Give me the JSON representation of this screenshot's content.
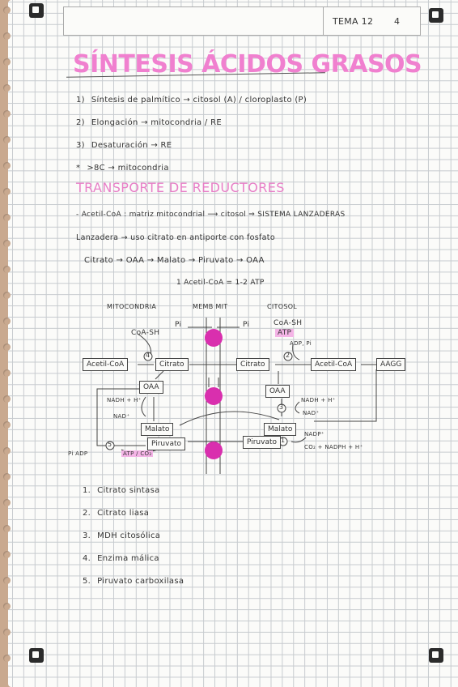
{
  "header": {
    "tema": "TEMA 12",
    "page": "4"
  },
  "title": "SÍNTESIS ÁCIDOS GRASOS",
  "intro_list": [
    {
      "num": "1)",
      "text": "Síntesis de palmítico → citosol (A) / cloroplasto (P)"
    },
    {
      "num": "2)",
      "text": "Elongación → mitocondria / RE"
    },
    {
      "num": "3)",
      "text": "Desaturación → RE"
    },
    {
      "num": "*",
      "text": ">8C → mitocondria"
    }
  ],
  "subtitle": "TRANSPORTE DE REDUCTORES",
  "notes": [
    "- Acetil-CoA : matriz mitocondrial ⟶ citosol ⇒ SISTEMA LANZADERAS",
    "Lanzadera → uso citrato en antiporte con fosfato",
    "Citrato → OAA → Malato → Piruvato → OAA",
    "1 Acetil-CoA = 1-2 ATP"
  ],
  "diagram": {
    "col_mito": "MITOCONDRIA",
    "col_memb": "MEMB MIT",
    "col_cito": "CITOSOL",
    "pi_left": "Pi",
    "pi_right": "Pi",
    "coash_left": "CoA-SH",
    "coash_right": "CoA-SH",
    "atp_top": "ATP",
    "adp_pi": "ADP, Pi",
    "acetilcoa_left": "Acetil-CoA",
    "acetilcoa_right": "Acetil-CoA",
    "citrato_left": "Citrato",
    "citrato_right": "Citrato",
    "agg": "AAGG",
    "oaa_left": "OAA",
    "oaa_right": "OAA",
    "nadh_left": "NADH + H⁺",
    "nad_left": "NAD⁺",
    "nadh_right": "NADH + H⁺",
    "nad_right": "NAD⁺",
    "malato_left": "Malato",
    "malato_right": "Malato",
    "piruvato_left": "Piruvato",
    "piruvato_right": "Piruvato",
    "nadp": "NADP⁺",
    "co2_nadph": "CO₂ + NADPH + H⁺",
    "pi_adp": "Pi ADP",
    "atp_co2": "ATP / CO₂",
    "n1": "1",
    "n2": "2",
    "n3": "3",
    "n4": "4",
    "n5": "5"
  },
  "enzymes": [
    {
      "num": "1.",
      "text": "Citrato sintasa"
    },
    {
      "num": "2.",
      "text": "Citrato liasa"
    },
    {
      "num": "3.",
      "text": "MDH citosólica"
    },
    {
      "num": "4.",
      "text": "Enzima málica"
    },
    {
      "num": "5.",
      "text": "Piruvato carboxilasa"
    }
  ],
  "colors": {
    "title_pink": "#f080cf",
    "highlight": "#f4b4e6",
    "transporter": "#d92fae"
  }
}
